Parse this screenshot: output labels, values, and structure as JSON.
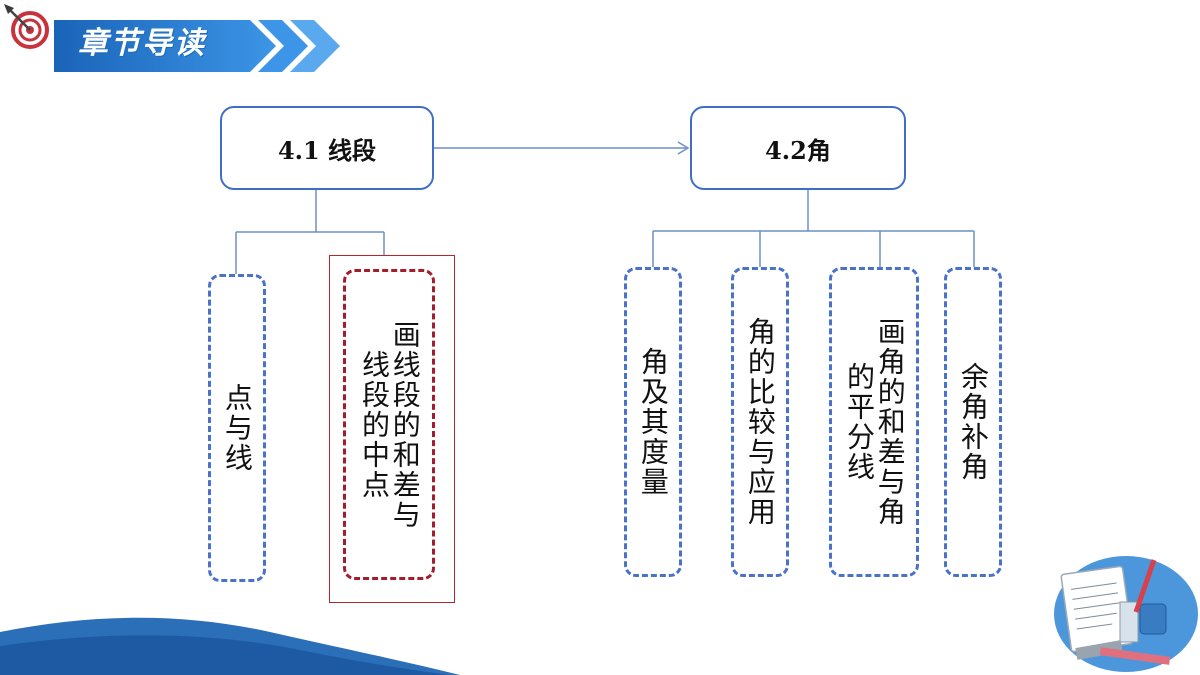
{
  "header": {
    "title": "章节导读"
  },
  "diagram": {
    "node_a": {
      "label": "4.1 线段"
    },
    "node_b": {
      "label": "4.2角"
    },
    "a_children": [
      {
        "label": "点与线"
      },
      {
        "label": "画线段的和差与线段的中点",
        "highlighted": true
      }
    ],
    "b_children": [
      {
        "label": "角及其度量"
      },
      {
        "label": "角的比较与应用"
      },
      {
        "label": "画角的和差与角的平分线"
      },
      {
        "label": "余角补角"
      }
    ]
  },
  "colors": {
    "banner": "#2f7fd0",
    "node_border": "#3f6fc4",
    "leaf_border": "#4a72c9",
    "highlight": "#a51d2d",
    "connector": "#6c8fc7"
  },
  "icons": [
    "dart-target-icon",
    "math-books-decoration"
  ]
}
